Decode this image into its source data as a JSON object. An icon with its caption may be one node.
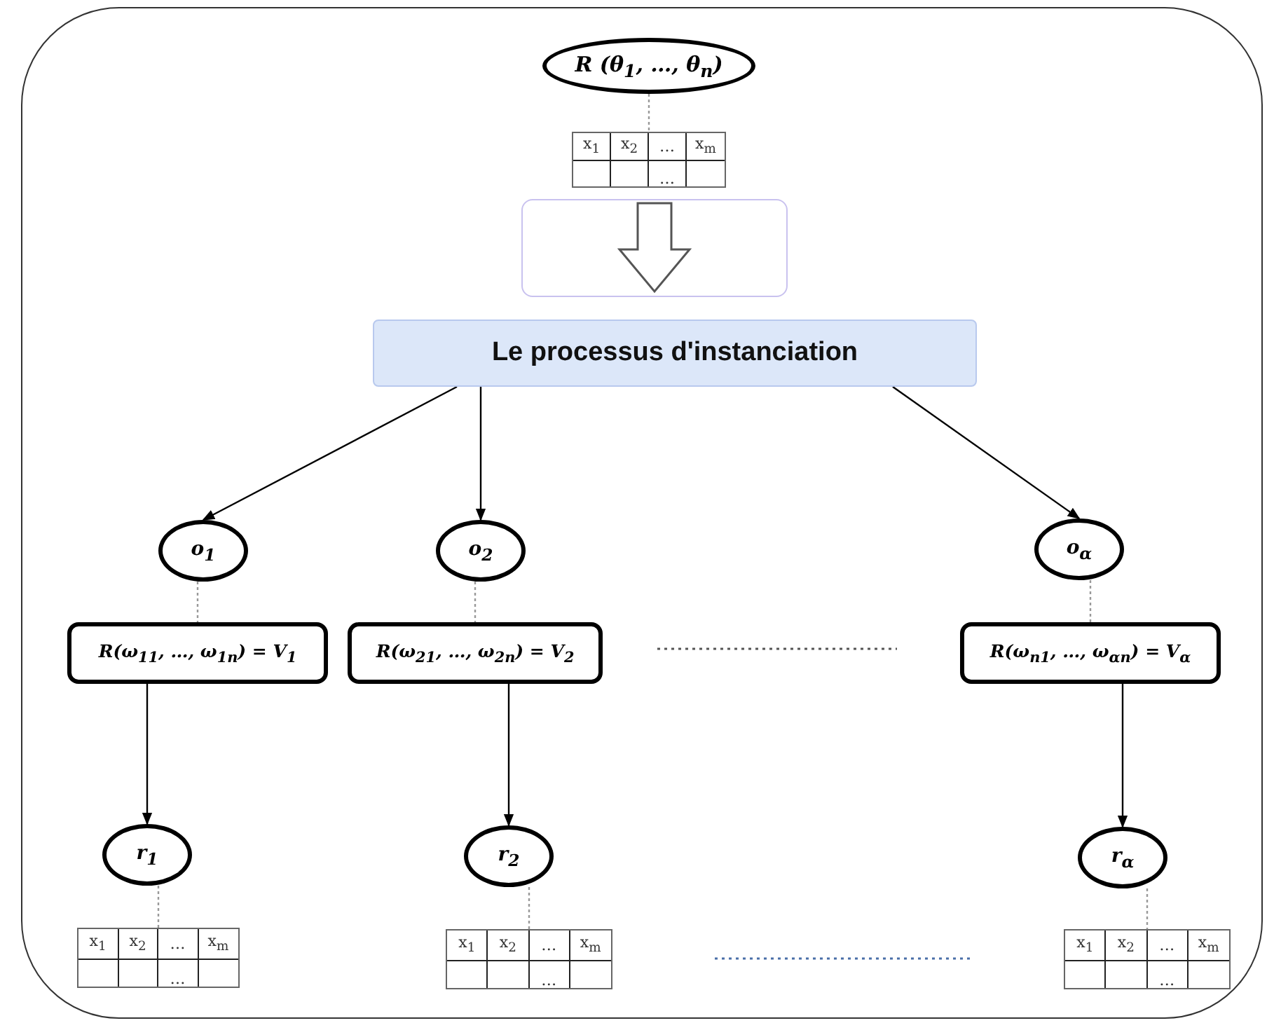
{
  "diagram": {
    "nodes": [
      {
        "text": [
          "R (θ$_{1}$, …, θ$_{n}$)"
        ]
      },
      {
        "text": [
          "x$_{1}$",
          "x$_{2}$",
          "…",
          "x$_{m}$",
          "…"
        ]
      },
      {
        "text": [],
        "shape": "box"
      },
      {
        "text": [
          "Le processus d'instanciation"
        ]
      },
      {
        "text": [
          "o$_{1}$"
        ]
      },
      {
        "text": [
          "R(ω$_{11}$, …, ω$_{1n}$) = V$_{1}$"
        ]
      },
      {
        "text": [
          "r$_{1}$"
        ]
      },
      {
        "text": [
          "x$_{1}$",
          "x$_{2}$",
          "…",
          "x$_{m}$",
          "…"
        ]
      },
      {
        "text": [
          "o$_{2}$"
        ]
      },
      {
        "text": [
          "R(ω$_{21}$, …, ω$_{2n}$) = V$_{2}$"
        ]
      },
      {
        "text": [
          "r$_{2}$"
        ]
      },
      {
        "text": [
          "x$_{1}$",
          "x$_{2}$",
          "…",
          "x$_{m}$",
          "…"
        ]
      },
      {
        "text": [
          "o$_{α}$"
        ]
      },
      {
        "text": [
          "R(ω$_{n1}$, …, ω$_{αn}$) = V$_{α}$"
        ]
      },
      {
        "text": [
          "r$_{α}$"
        ]
      },
      {
        "text": [
          "x$_{1}$",
          "x$_{2}$",
          "…",
          "x$_{m}$",
          "…"
        ]
      }
    ],
    "edges": [
      {
        "from": 0,
        "to": 1,
        "arrow": "none",
        "style": "dashed",
        "color": "#999999"
      },
      {
        "from": 3,
        "to": 4,
        "arrow": "to",
        "color": "#000000"
      },
      {
        "from": 3,
        "to": 8,
        "arrow": "to",
        "color": "#000000"
      },
      {
        "from": 3,
        "to": 12,
        "arrow": "to",
        "color": "#000000"
      },
      {
        "from": 4,
        "to": 5,
        "arrow": "none",
        "style": "dashed",
        "color": "#999999"
      },
      {
        "from": 5,
        "to": 6,
        "arrow": "to",
        "color": "#000000"
      },
      {
        "from": 6,
        "to": 7,
        "arrow": "none",
        "style": "dashed",
        "color": "#999999"
      },
      {
        "from": 8,
        "to": 9,
        "arrow": "none",
        "style": "dashed",
        "color": "#999999"
      },
      {
        "from": 9,
        "to": 10,
        "arrow": "to",
        "color": "#000000"
      },
      {
        "from": 10,
        "to": 11,
        "arrow": "none",
        "style": "dashed",
        "color": "#999999"
      },
      {
        "from": 12,
        "to": 13,
        "arrow": "none",
        "style": "dashed",
        "color": "#999999"
      },
      {
        "from": 13,
        "to": 14,
        "arrow": "to",
        "color": "#000000"
      },
      {
        "from": 14,
        "to": 15,
        "arrow": "none",
        "style": "dashed",
        "color": "#999999"
      }
    ]
  }
}
